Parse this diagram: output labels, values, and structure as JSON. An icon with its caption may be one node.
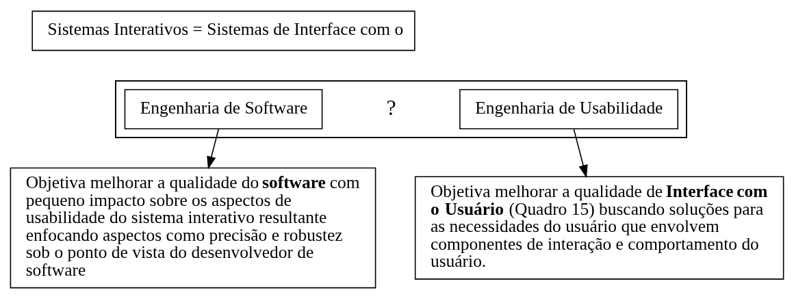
{
  "diagram": {
    "nodes": [
      {
        "text": [
          "Sistemas Interativos = Sistemas de Interface com o"
        ]
      },
      {
        "text": [],
        "shape": "box"
      },
      {
        "text": [
          "Engenharia de Software"
        ],
        "in": 1
      },
      {
        "text": [
          "Engenharia de Usabilidade"
        ],
        "in": 1
      },
      {
        "text": [
          "Objetiva melhorar a qualidade do **software** com pequeno impacto sobre os aspectos de usabilidade do sistema interativo resultante enfocando aspectos como precisão e robustez sob o ponto de vista do desenvolvedor de software"
        ]
      },
      {
        "text": [
          "Objetiva melhorar a qualidade de **Interface com o Usuário** (Quadro 15) buscando soluções para as necessidades do usuário que envolvem componentes de interação e comportamento do usuário."
        ]
      }
    ],
    "edges": [
      {
        "from": 2,
        "to": 4,
        "arrow": "to"
      },
      {
        "from": 3,
        "to": 5,
        "arrow": "to"
      }
    ],
    "labels": [
      "?"
    ]
  }
}
